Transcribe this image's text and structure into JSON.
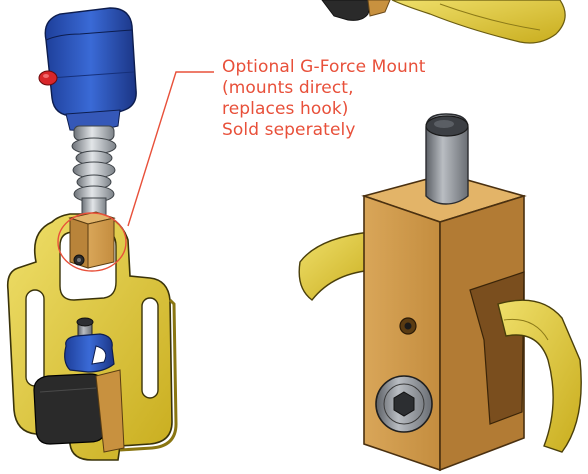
{
  "callout": {
    "lines": [
      "Optional G-Force Mount",
      "(mounts direct,",
      "replaces hook)",
      "Sold seperately"
    ]
  },
  "colors": {
    "annotation": "#e8503a",
    "brass": "#cf9a4c",
    "yellow_plate": "#e8d23a",
    "blue_hoist": "#2f5fc4",
    "steel": "#9aa0a6",
    "dark_block": "#2a2a2a"
  }
}
